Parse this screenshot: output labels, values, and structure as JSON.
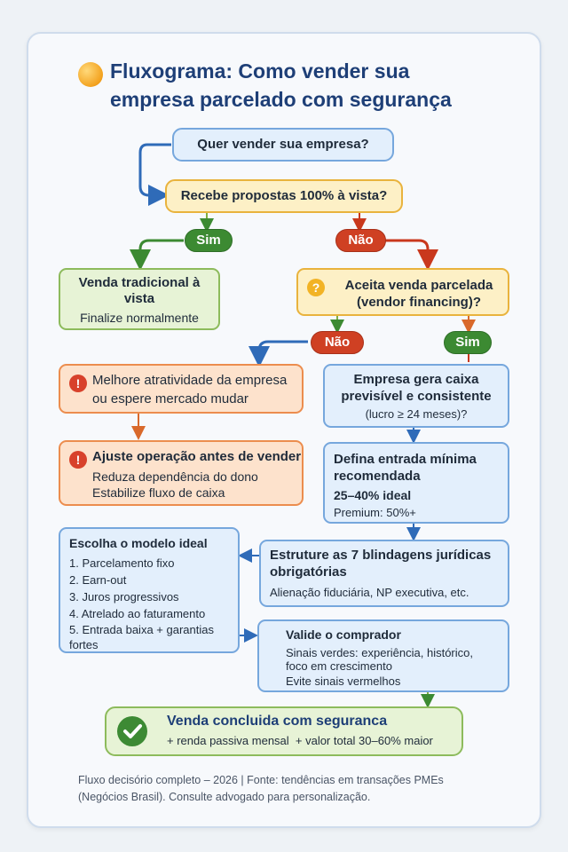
{
  "title": "Fluxograma: Como vender sua empresa parcelado com segurança",
  "colors": {
    "blue_border": "#76a7dd",
    "yellow_border": "#e9b33d",
    "green_border": "#8dbb5c",
    "orange_border": "#ec8d4e",
    "yes_green": "#3c8a32",
    "no_red": "#cf4023",
    "title_blue": "#1e3f77"
  },
  "start": "Quer vender sua empresa?",
  "q1": "Recebe propostas 100% à vista?",
  "q1_yes": "Sim",
  "q1_no": "Não",
  "traditional": {
    "title": "Venda tradicional à vista",
    "sub": "Finalize normalmente"
  },
  "q2": {
    "text": "Aceita venda parcelada (vendor financing)?",
    "icon": "question-icon"
  },
  "q2_no": "Não",
  "q2_yes": "Sim",
  "improve": {
    "text": "Melhore atratividade da empresa ou espere mercado mudar",
    "icon": "alert-icon"
  },
  "adjust": {
    "title": "Ajuste operação antes de vender",
    "line1": "Reduza dependência do dono",
    "line2": "Estabilize fluxo de caixa",
    "icon": "alert-icon"
  },
  "cash": {
    "title": "Empresa gera caixa previsível e consistente",
    "sub": "(lucro ≥ 24 meses)?"
  },
  "entry": {
    "title": "Defina entrada mínima recomendada",
    "ideal": "25–40% ideal",
    "premium": "Premium: 50%+"
  },
  "models": {
    "title": "Escolha o modelo ideal",
    "items": [
      "1. Parcelamento fixo",
      "2. Earn-out",
      "3. Juros progressivos",
      "4. Atrelado ao faturamento",
      "5. Entrada baixa + garantias fortes"
    ]
  },
  "legal": {
    "title": "Estruture as 7 blindagens jurídicas obrigatórias",
    "sub": "Alienação fiduciária, NP executiva, etc."
  },
  "buyer": {
    "title": "Valide o comprador",
    "line1": "Sinais verdes: experiência, histórico, foco em crescimento",
    "line2": "Evite sinais vermelhos"
  },
  "done": {
    "title": "Venda concluida com seguranca",
    "sub": "+ renda passiva mensal  + valor total 30–60% maior",
    "icon": "check-icon"
  },
  "footer": "Fluxo decisório completo – 2026 | Fonte: tendências em transações PMEs (Negócios Brasil). Consulte advogado para personalização."
}
